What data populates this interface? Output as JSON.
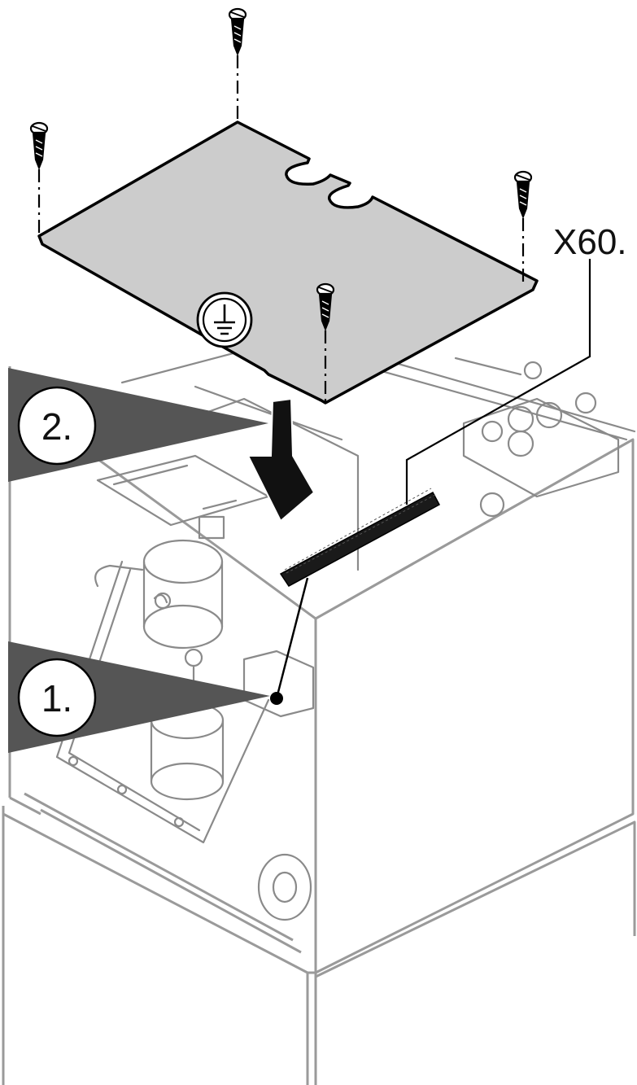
{
  "callouts": {
    "step_1": "1.",
    "step_2": "2.",
    "terminal_label": "X60."
  },
  "icons": {
    "ground_symbol": "protective-earth-icon"
  },
  "colors": {
    "cover_plate": "#cccccc",
    "callout_wedge": "#555555",
    "outline": "#000000",
    "housing_lines": "#9a9a9a"
  }
}
